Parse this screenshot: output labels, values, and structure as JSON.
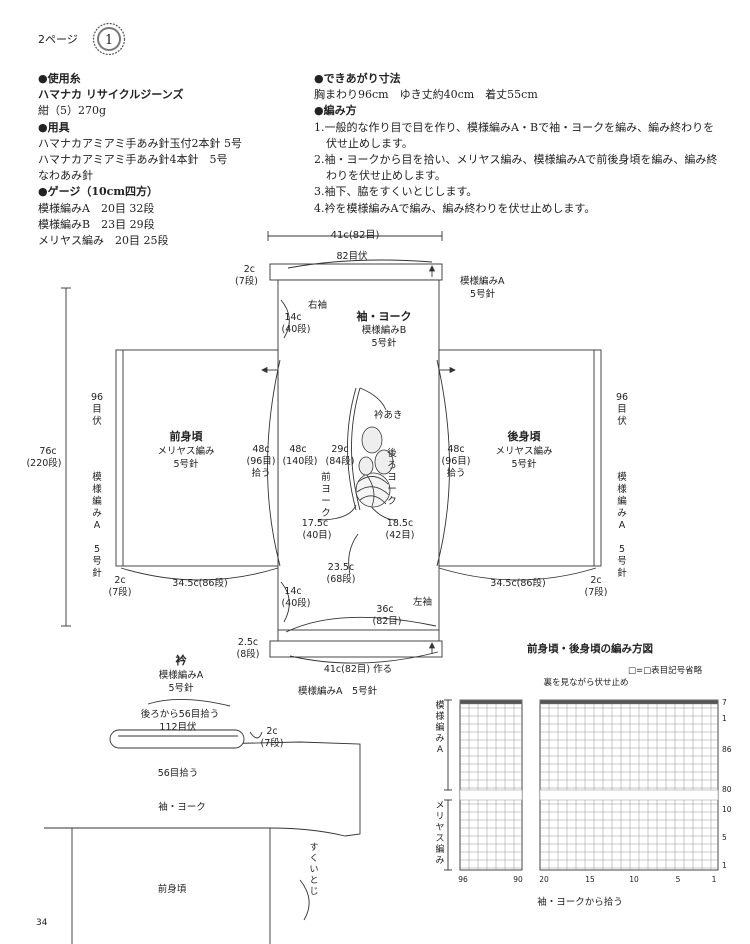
{
  "header": {
    "page_label": "2ページ",
    "badge": "1"
  },
  "materials": {
    "yarn_heading": "●使用糸",
    "yarn_name": "ハマナカ リサイクルジーンズ",
    "yarn_color": "紺（5）270g",
    "tools_heading": "●用具",
    "tools": [
      "ハマナカアミアミ手あみ針玉付2本針 5号",
      "ハマナカアミアミ手あみ針4本針　5号",
      "なわあみ針"
    ],
    "gauge_heading": "●ゲージ（10cm四方）",
    "gauge": [
      "模様編みA　20目 32段",
      "模様編みB　23目 29段",
      "メリヤス編み　20目 25段"
    ]
  },
  "finished": {
    "heading": "●できあがり寸法",
    "text": "胸まわり96cm　ゆき丈約40cm　着丈55cm"
  },
  "method": {
    "heading": "●編み方",
    "steps": [
      "1.一般的な作り目で目を作り、模様編みA・Bで袖・ヨークを編み、編み終わりを",
      "伏せ止めします。",
      "2.袖・ヨークから目を拾い、メリヤス編み、模様編みAで前後身頃を編み、編み終",
      "わりを伏せ止めします。",
      "3.袖下、脇をすくいとじします。",
      "4.衿を模様編みAで編み、編み終わりを伏せ止めします。"
    ]
  },
  "schematic": {
    "top_width": "41c(82目)",
    "top_band_sts": "82目伏",
    "band_h": "2c",
    "band_rows": "(7段)",
    "band_pattern": "模様編みA",
    "band_needle": "5号針",
    "right_sleeve": "右袖",
    "yoke_title": "袖・ヨーク",
    "yoke_pattern": "模様編みB",
    "yoke_needle": "5号針",
    "yoke_14": "14c",
    "yoke_14_rows": "(40段)",
    "neck": "衿あき",
    "neck_29": "29c",
    "neck_29_rows": "(84段)",
    "back_yoke": "後ろヨーク",
    "front_yoke": "前ヨーク",
    "front_title": "前身頃",
    "back_title": "後身頃",
    "body_stitch": "メリヤス編み",
    "body_needle": "5号針",
    "v96": "96",
    "v96_b": "目",
    "v96_c": "伏",
    "h48": "48c",
    "h48_sts": "(96目)",
    "h48_pick": "拾う",
    "mid48": "48c",
    "mid48_rows": "(140段)",
    "total_h": "76c",
    "total_h_rows": "(220段)",
    "side_pattern": [
      "模",
      "様",
      "編",
      "み",
      "A",
      "",
      "5",
      "号",
      "針"
    ],
    "w17": "17.5c",
    "w17_sts": "(40目)",
    "w18": "18.5c",
    "w18_sts": "(42目)",
    "w23": "23.5c",
    "w23_rows": "(68段)",
    "w34": "34.5c(86段)",
    "w36": "36c",
    "w36_sts": "(82目)",
    "left_sleeve": "左袖",
    "bottom_band_h": "2.5c",
    "bottom_band_rows": "(8段)",
    "bottom_width": "41c(82目) 作る",
    "bottom_pattern": "模様編みA　5号針"
  },
  "collar": {
    "title": "衿",
    "pattern": "模様編みA",
    "needle": "5号針",
    "pick_back": "後ろから56目拾う",
    "bind": "112目伏",
    "pick_front": "56目拾う",
    "h": "2c",
    "rows": "(7段)",
    "yoke_label": "袖・ヨーク",
    "seam": "すくいとじ",
    "front_label": "前身頃"
  },
  "chart": {
    "title": "前身頃・後身頃の編み方図",
    "legend": "□=□表目記号省略",
    "bind_note": "裏を見ながら伏せ止め",
    "pattern_a": "模様編みA",
    "stockinette": "メリヤス編み",
    "rows": [
      "7",
      "1",
      "86",
      "80",
      "10",
      "5",
      "1"
    ],
    "cols": [
      "96",
      "90",
      "20",
      "15",
      "10",
      "5",
      "1"
    ],
    "bottom_note": "袖・ヨークから拾う"
  },
  "page_number": "34"
}
